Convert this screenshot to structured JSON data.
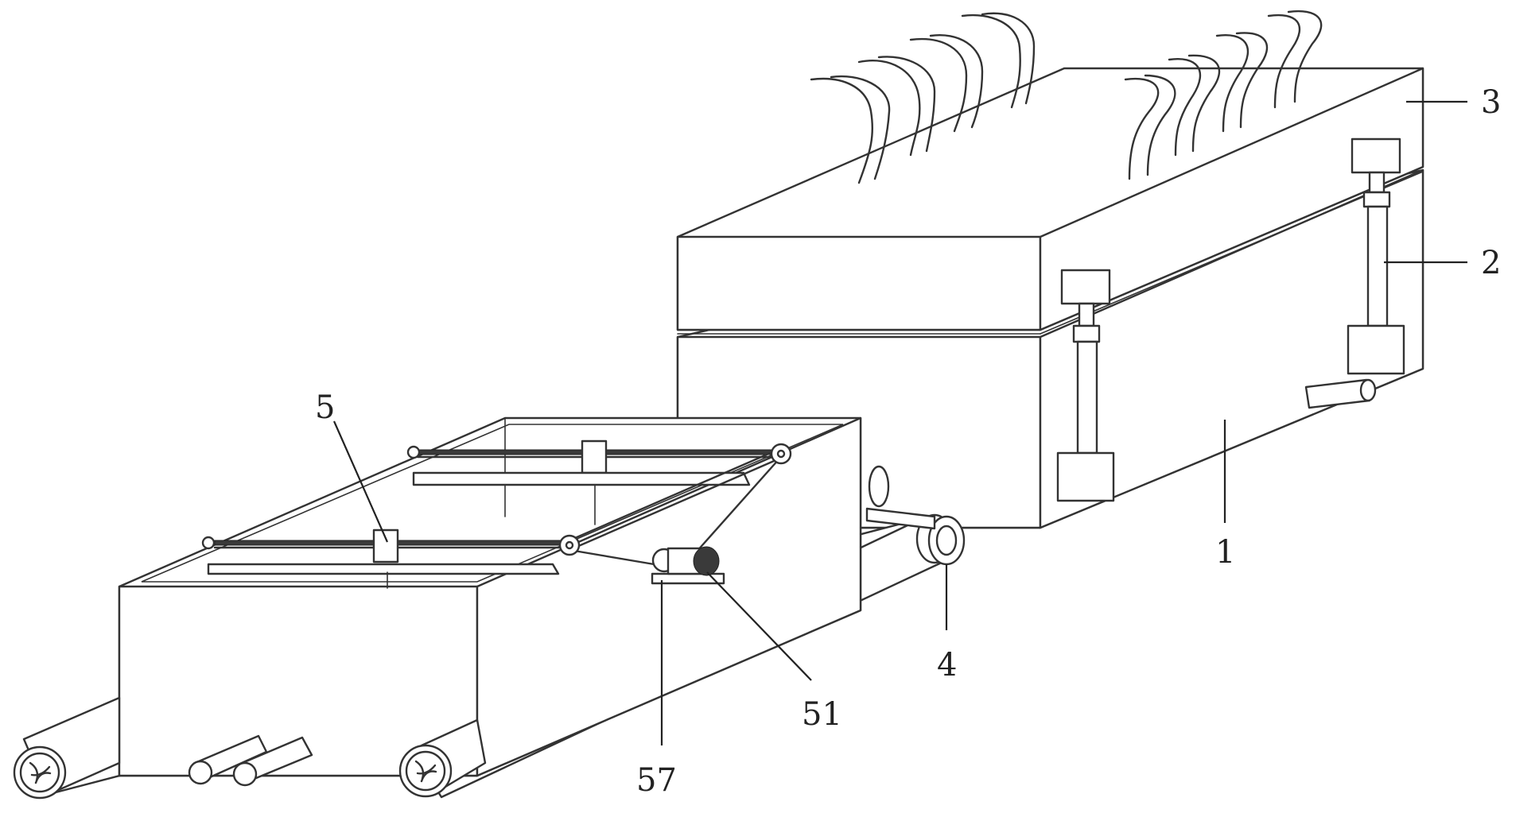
{
  "labels": [
    {
      "id": "1",
      "text": "1"
    },
    {
      "id": "2",
      "text": "2"
    },
    {
      "id": "3",
      "text": "3"
    },
    {
      "id": "4",
      "text": "4"
    },
    {
      "id": "5",
      "text": "5"
    },
    {
      "id": "51",
      "text": "51"
    },
    {
      "id": "57",
      "text": "57"
    }
  ]
}
